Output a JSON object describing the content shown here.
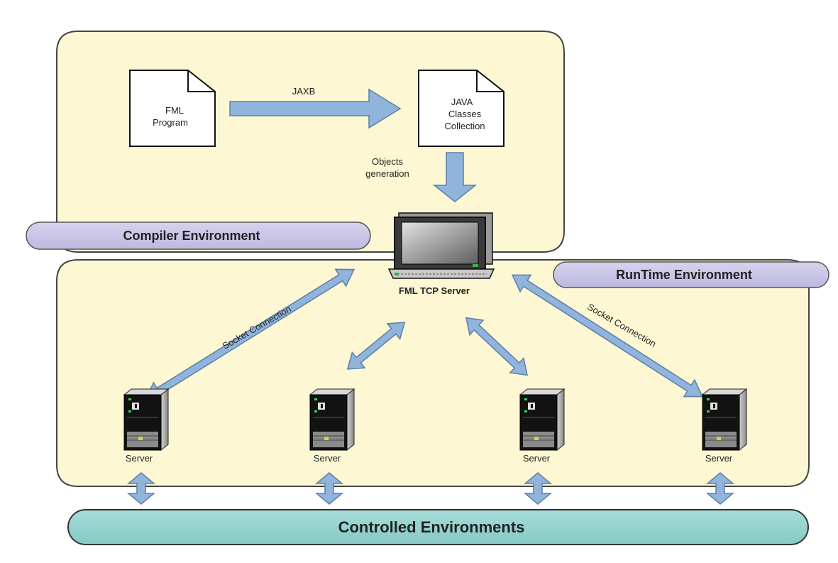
{
  "compiler": {
    "label": "Compiler Environment",
    "fml_doc": [
      "FML",
      "Program"
    ],
    "java_doc": [
      "JAVA",
      "Classes",
      "Collection"
    ],
    "jaxb_label": "JAXB",
    "objects_label": [
      "Objects",
      "generation"
    ]
  },
  "runtime": {
    "label": "RunTime Environment",
    "tcp_server_label": "FML TCP Server",
    "socket_label_left": "Socket Connection",
    "socket_label_right": "Socket Connection",
    "servers": [
      "Server",
      "Server",
      "Server",
      "Server"
    ]
  },
  "controlled": {
    "label": "Controlled Environments"
  },
  "colors": {
    "panel_fill": "#fdf8d3",
    "arrow_fill": "#90b4dc",
    "label_pill": "#c9c6e4",
    "controlled_fill": "#95d3cf"
  }
}
